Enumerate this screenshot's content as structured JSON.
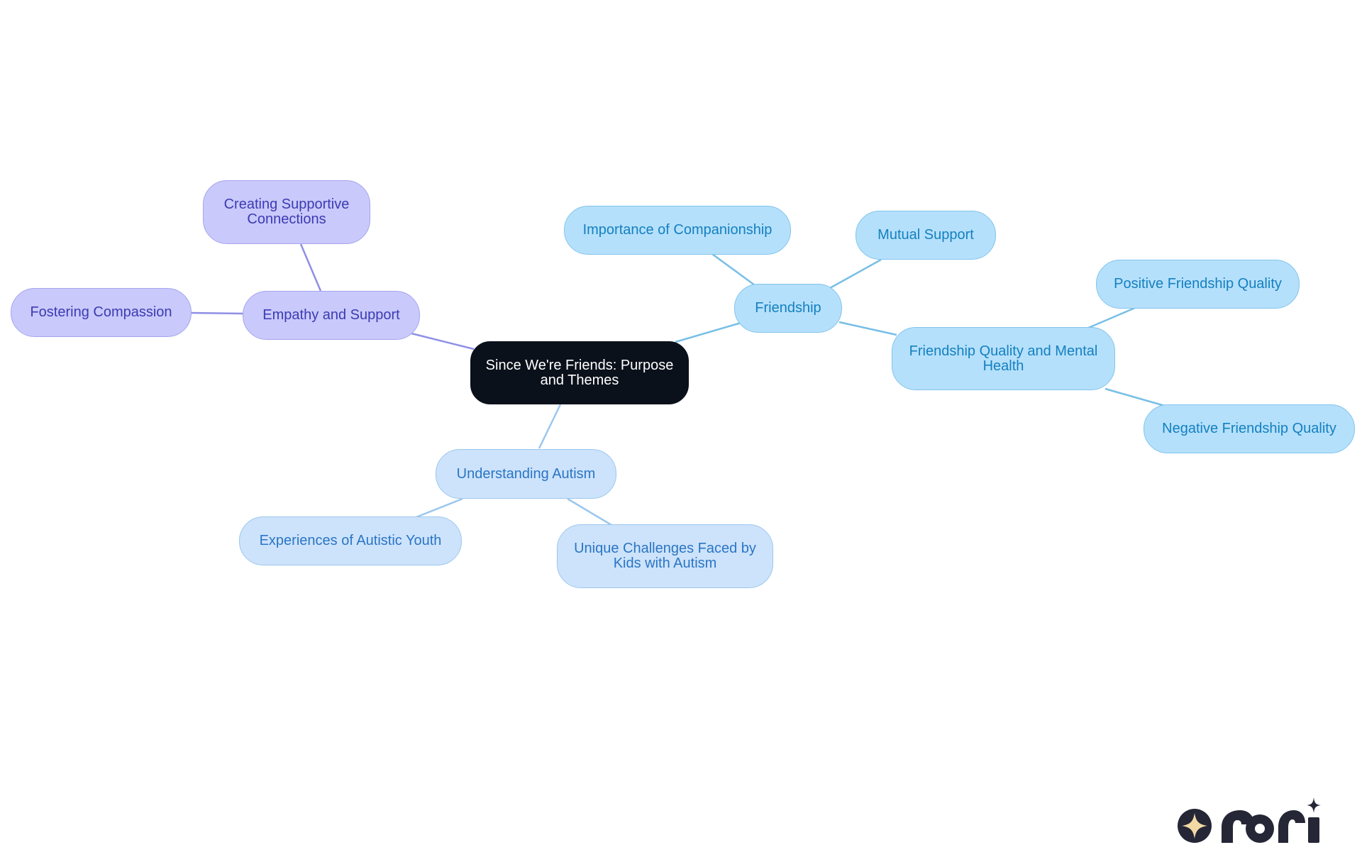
{
  "diagram": {
    "colors": {
      "root_fill": "#0b111b",
      "violet_fill": "#c9c9fb",
      "violet_edge": "#8f8fe6",
      "sky_fill": "#b5e0fb",
      "sky_edge": "#78bfe6",
      "pale_fill": "#cde3fb",
      "pale_edge": "#9cc7ee"
    },
    "root": {
      "label": "Since We're Friends: Purpose and Themes"
    },
    "branches": [
      {
        "label": "Empathy and Support",
        "theme": "violet",
        "children": [
          {
            "label": "Creating Supportive Connections"
          },
          {
            "label": "Fostering Compassion"
          }
        ]
      },
      {
        "label": "Friendship",
        "theme": "sky",
        "children": [
          {
            "label": "Importance of Companionship"
          },
          {
            "label": "Mutual Support"
          },
          {
            "label": "Friendship Quality and Mental Health",
            "children": [
              {
                "label": "Positive Friendship Quality"
              },
              {
                "label": "Negative Friendship Quality"
              }
            ]
          }
        ]
      },
      {
        "label": "Understanding Autism",
        "theme": "pale",
        "children": [
          {
            "label": "Experiences of Autistic Youth"
          },
          {
            "label": "Unique Challenges Faced by Kids with Autism"
          }
        ]
      }
    ]
  },
  "brand": {
    "logo_text": "rori",
    "logo_icon": "sparkle-icon",
    "logo_color": "#252636",
    "sparkle_color": "#f3d9a4"
  }
}
